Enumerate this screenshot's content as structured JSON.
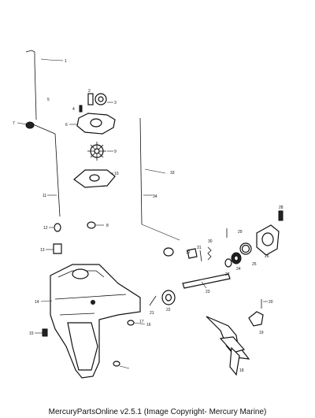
{
  "diagram": {
    "callouts": [
      "1",
      "2",
      "3",
      "4",
      "5",
      "6",
      "7",
      "8",
      "9",
      "10",
      "11",
      "12",
      "13",
      "14",
      "15",
      "16",
      "17",
      "18",
      "19",
      "20",
      "21",
      "22",
      "23",
      "24",
      "25",
      "26",
      "27",
      "28",
      "29",
      "30",
      "31",
      "32",
      "33",
      "34"
    ]
  },
  "footer": {
    "caption": "MercuryPartsOnline v2.5.1 (Image Copyright- Mercury Marine)"
  }
}
